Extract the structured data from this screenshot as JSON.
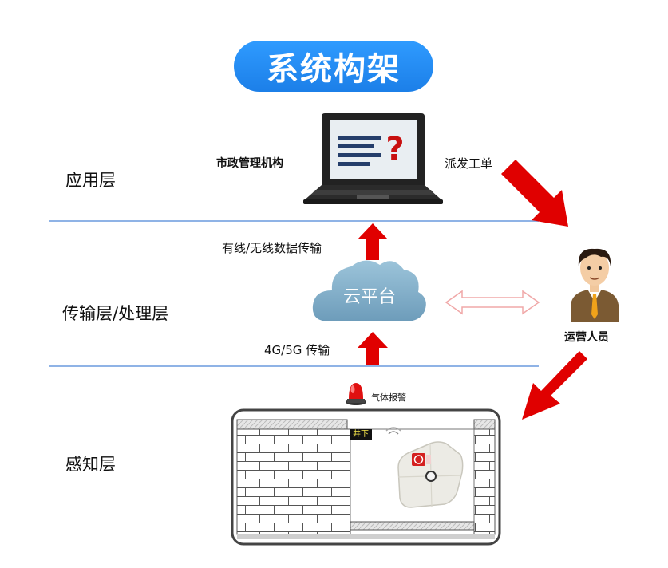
{
  "title": "系统构架",
  "layers": {
    "application": "应用层",
    "transport": "传输层/处理层",
    "perception": "感知层"
  },
  "labels": {
    "org": "市政管理机构",
    "dispatch": "派发工单",
    "wired": "有线/无线数据传输",
    "cloud": "云平台",
    "network": "4G/5G 传输",
    "operator": "运营人员",
    "gas_alarm": "气体报警",
    "well_tag": "井下"
  },
  "icons": [
    "laptop-icon",
    "question-icon",
    "cloud-icon",
    "person-icon",
    "alarm-light-icon",
    "wifi-icon",
    "sensor-device-icon"
  ],
  "colors": {
    "accent": "#1c7fe8",
    "arrow": "#e00000",
    "divider": "#8fb3e6"
  }
}
